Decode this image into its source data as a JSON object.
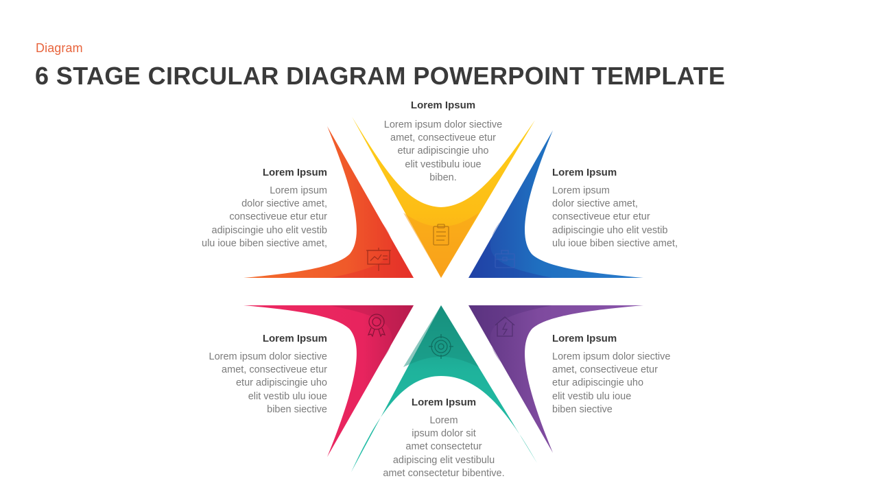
{
  "header": {
    "eyebrow": "Diagram",
    "title": "6 STAGE CIRCULAR DIAGRAM POWERPOINT TEMPLATE"
  },
  "colors": {
    "eyebrow": "#e8643c",
    "title": "#3a3a3a",
    "orange": "#f05a2a",
    "yellow": "#fdc315",
    "blue": "#1f6fc0",
    "pink": "#e8245e",
    "teal": "#1fb7a0",
    "purple": "#7e4a9e"
  },
  "stages": [
    {
      "id": "top-left",
      "color": "orange",
      "icon": "presentation-board-icon",
      "heading": "Lorem Ipsum",
      "lines": [
        "Lorem ipsum",
        "dolor siective amet,",
        "consectiveue etur etur",
        "adipiscingie uho elit vestib",
        "ulu ioue biben siective amet,"
      ]
    },
    {
      "id": "top",
      "color": "yellow",
      "icon": "clipboard-checklist-icon",
      "heading": "Lorem Ipsum",
      "lines": [
        "Lorem ipsum dolor siective",
        "amet, consectiveue etur",
        "etur adipiscingie uho",
        "elit vestibulu ioue",
        "biben."
      ]
    },
    {
      "id": "top-right",
      "color": "blue",
      "icon": "briefcase-icon",
      "heading": "Lorem Ipsum",
      "lines": [
        "Lorem ipsum",
        "dolor siective amet,",
        "consectiveue etur etur",
        "adipiscingie uho elit vestib",
        "ulu ioue biben siective amet,"
      ]
    },
    {
      "id": "bottom-left",
      "color": "pink",
      "icon": "award-badge-icon",
      "heading": "Lorem Ipsum",
      "lines": [
        "Lorem ipsum dolor siective",
        "amet, consectiveue etur",
        "etur adipiscingie uho",
        "elit vestib ulu ioue",
        "biben siective"
      ]
    },
    {
      "id": "bottom",
      "color": "teal",
      "icon": "target-icon",
      "heading": "Lorem Ipsum",
      "lines": [
        "Lorem",
        "ipsum dolor sit",
        "amet consectetur",
        "adipiscing elit vestibulu",
        "amet consectetur bibentive."
      ]
    },
    {
      "id": "bottom-right",
      "color": "purple",
      "icon": "house-energy-icon",
      "heading": "Lorem Ipsum",
      "lines": [
        "Lorem ipsum dolor siective",
        "amet, consectiveue etur",
        "etur adipiscingie uho",
        "elit vestib ulu ioue",
        "biben siective"
      ]
    }
  ]
}
